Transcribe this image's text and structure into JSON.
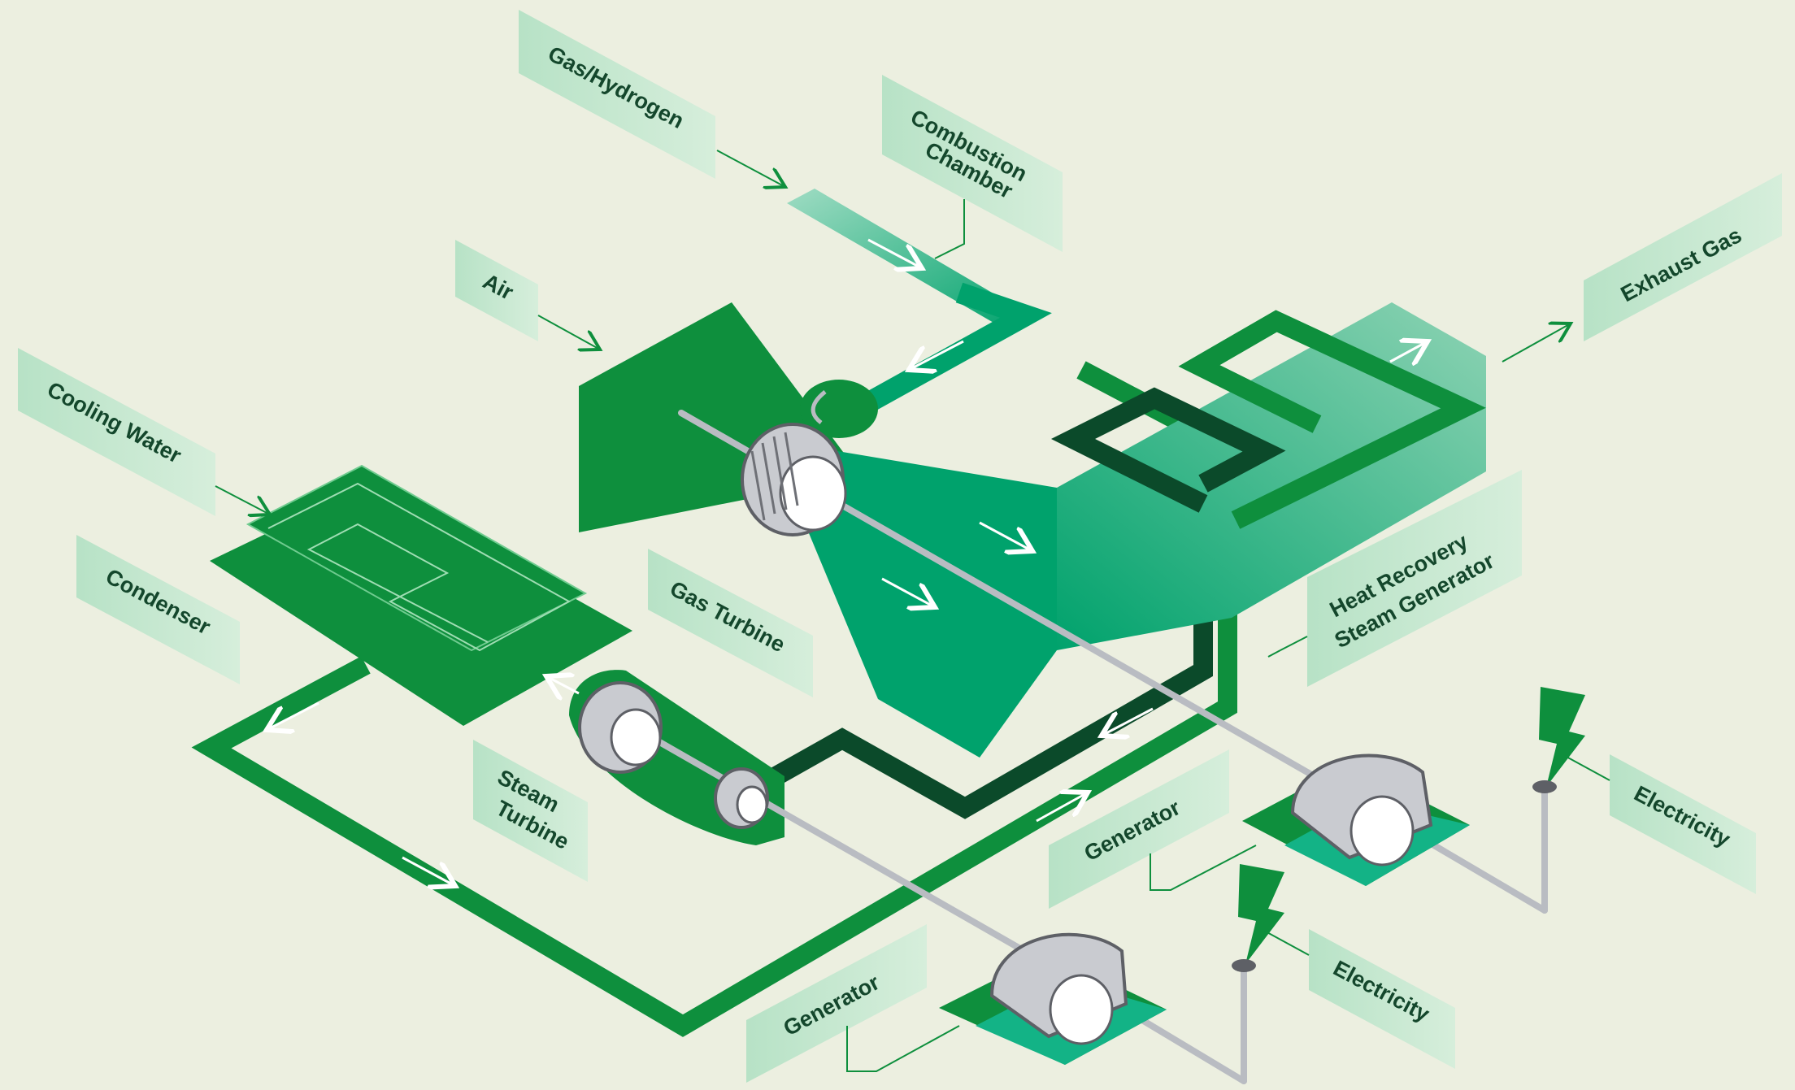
{
  "labels": {
    "gas_hydrogen": "Gas/Hydrogen",
    "combustion_line1": "Combustion",
    "combustion_line2": "Chamber",
    "air": "Air",
    "exhaust_gas": "Exhaust Gas",
    "cooling_water": "Cooling Water",
    "condenser": "Condenser",
    "gas_turbine": "Gas Turbine",
    "hrsg_line1": "Heat Recovery",
    "hrsg_line2": "Steam Generator",
    "steam_turbine_line1": "Steam",
    "steam_turbine_line2": "Turbine",
    "generator_upper": "Generator",
    "generator_lower": "Generator",
    "electricity_upper": "Electricity",
    "electricity_lower": "Electricity"
  },
  "colors": {
    "background": "#ECEFE0",
    "green_dark": "#0E8F3D",
    "green_mid": "#00A26C",
    "green_deep": "#0B4A2A",
    "green_teal": "#13B386",
    "label_fill": "#BFE5CB",
    "shaft_grey": "#B9BCC2",
    "text": "#14472C"
  },
  "icons": {
    "arrow": "arrow-icon",
    "lightning": "lightning-bolt-icon",
    "turbine": "turbine-wheel-icon"
  }
}
